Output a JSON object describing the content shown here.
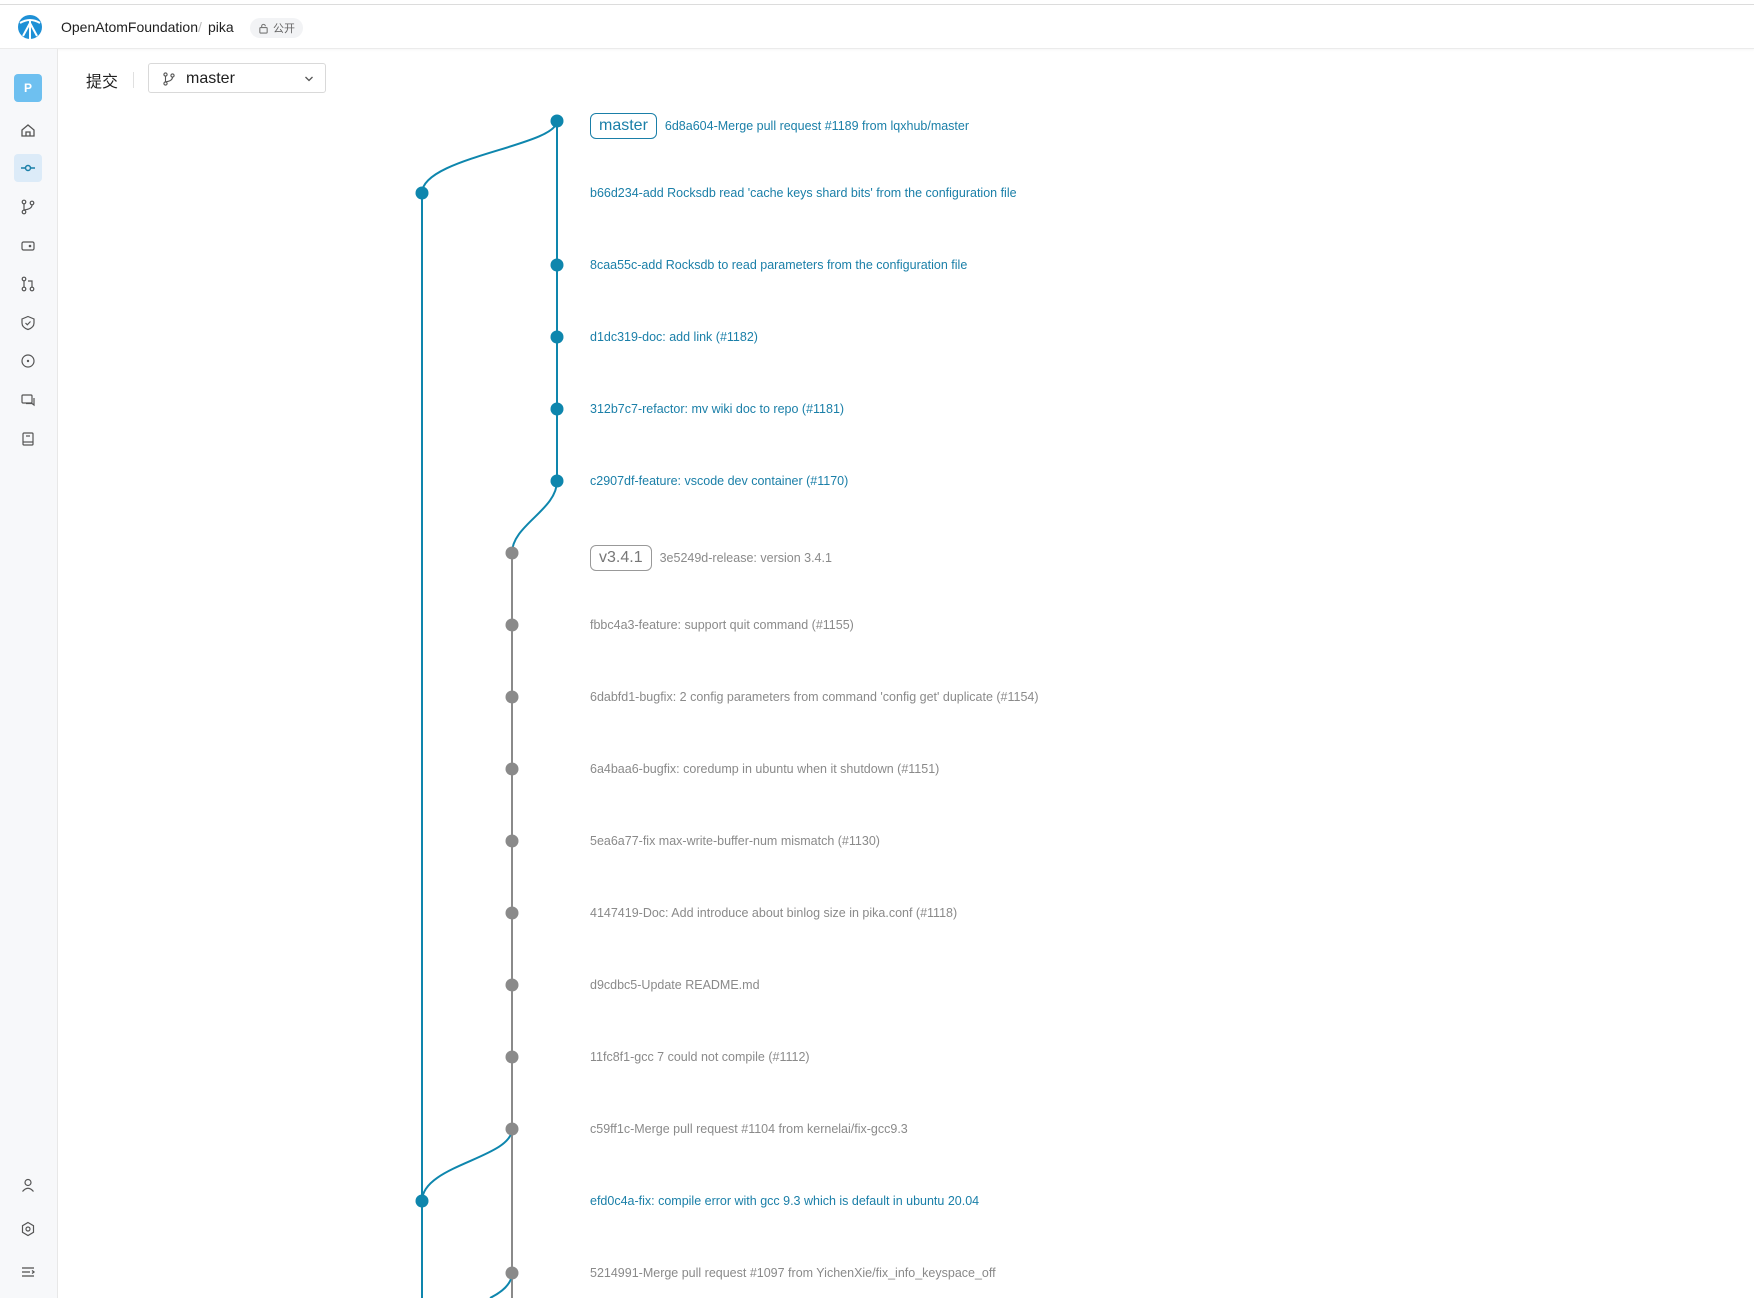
{
  "header": {
    "org": "OpenAtomFoundation",
    "separator": "/",
    "repo": "pika",
    "visibility": "公开"
  },
  "sidebar": {
    "avatar_letter": "P",
    "items": [
      {
        "icon": "home-icon",
        "active": false
      },
      {
        "icon": "commit-icon",
        "active": true
      },
      {
        "icon": "branch-icon",
        "active": false
      },
      {
        "icon": "tag-icon",
        "active": false
      },
      {
        "icon": "pull-request-icon",
        "active": false
      },
      {
        "icon": "shield-check-icon",
        "active": false
      },
      {
        "icon": "issue-icon",
        "active": false
      },
      {
        "icon": "discussion-icon",
        "active": false
      },
      {
        "icon": "book-icon",
        "active": false
      }
    ],
    "bottom_items": [
      {
        "icon": "user-icon"
      },
      {
        "icon": "settings-icon"
      },
      {
        "icon": "collapse-menu-icon"
      }
    ]
  },
  "page": {
    "title": "提交",
    "branch": "master"
  },
  "colors": {
    "accent": "#1a7fa8",
    "main_line": "#0e86ad",
    "gray_line": "#8a8a8a"
  },
  "commits": [
    {
      "text": "6d8a604-Merge pull request #1189 from lqxhub/master",
      "ref": "master",
      "color": "blue"
    },
    {
      "text": "b66d234-add Rocksdb read 'cache keys shard bits' from the configuration file",
      "ref": "",
      "color": "blue"
    },
    {
      "text": "8caa55c-add Rocksdb to read parameters from the configuration file",
      "ref": "",
      "color": "blue"
    },
    {
      "text": "d1dc319-doc: add link (#1182)",
      "ref": "",
      "color": "blue"
    },
    {
      "text": "312b7c7-refactor: mv wiki doc to repo (#1181)",
      "ref": "",
      "color": "blue"
    },
    {
      "text": "c2907df-feature: vscode dev container (#1170)",
      "ref": "",
      "color": "blue"
    },
    {
      "text": "3e5249d-release: version 3.4.1",
      "ref": "v3.4.1",
      "color": "gray"
    },
    {
      "text": "fbbc4a3-feature: support quit command (#1155)",
      "ref": "",
      "color": "gray"
    },
    {
      "text": "6dabfd1-bugfix: 2 config parameters from command 'config get' duplicate (#1154)",
      "ref": "",
      "color": "gray"
    },
    {
      "text": "6a4baa6-bugfix: coredump in ubuntu when it shutdown (#1151)",
      "ref": "",
      "color": "gray"
    },
    {
      "text": "5ea6a77-fix max-write-buffer-num mismatch (#1130)",
      "ref": "",
      "color": "gray"
    },
    {
      "text": "4147419-Doc: Add introduce about binlog size in pika.conf (#1118)",
      "ref": "",
      "color": "gray"
    },
    {
      "text": "d9cdbc5-Update README.md",
      "ref": "",
      "color": "gray"
    },
    {
      "text": "11fc8f1-gcc 7 could not compile (#1112)",
      "ref": "",
      "color": "gray"
    },
    {
      "text": "c59ff1c-Merge pull request #1104 from kernelai/fix-gcc9.3",
      "ref": "",
      "color": "gray"
    },
    {
      "text": "efd0c4a-fix: compile error with gcc 9.3 which is default in ubuntu 20.04",
      "ref": "",
      "color": "blue"
    },
    {
      "text": "5214991-Merge pull request #1097 from YichenXie/fix_info_keyspace_off",
      "ref": "",
      "color": "gray"
    }
  ]
}
